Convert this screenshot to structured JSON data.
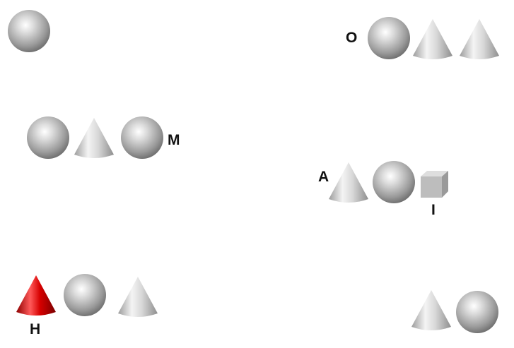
{
  "colors": {
    "background": "#ffffff",
    "shape_gray": "#c8c8c8",
    "highlight_red": "#cc0000",
    "label_text": "#111111"
  },
  "labels": {
    "o": "O",
    "m": "M",
    "a": "A",
    "i": "I",
    "h": "H"
  },
  "groups": [
    {
      "id": "group-1",
      "shapes": [
        "sphere-icon"
      ]
    },
    {
      "id": "group-2",
      "label": "O",
      "shapes": [
        "sphere-icon",
        "cone-icon",
        "cone-icon"
      ]
    },
    {
      "id": "group-3",
      "label": "M",
      "shapes": [
        "sphere-icon",
        "cone-icon",
        "sphere-icon"
      ]
    },
    {
      "id": "group-4",
      "label": "A",
      "shapes": [
        "cone-icon",
        "sphere-icon",
        "cube-icon"
      ]
    },
    {
      "id": "group-5",
      "label": "H",
      "shapes": [
        "cone-icon",
        "sphere-icon",
        "cone-icon"
      ],
      "highlight": "cone-icon (red)"
    },
    {
      "id": "group-6",
      "shapes": [
        "cone-icon",
        "sphere-icon"
      ]
    }
  ]
}
